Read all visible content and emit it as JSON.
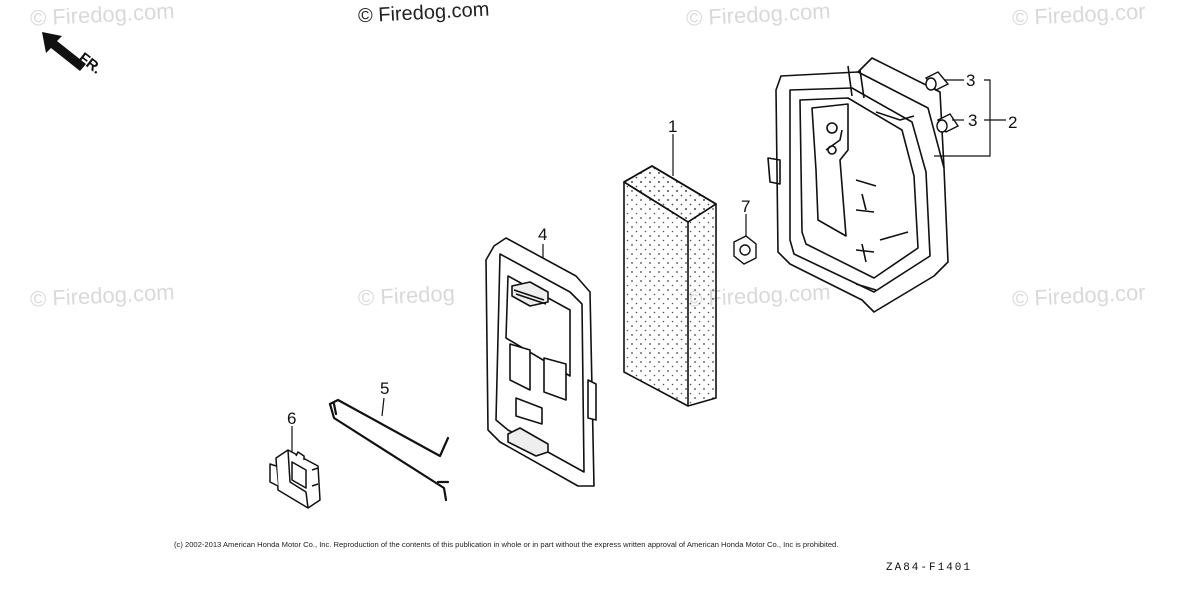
{
  "watermarks": {
    "top_left": "© Firedog.com",
    "top_center": "© Firedog.com",
    "top_right_a": "© Firedog.com",
    "top_right_b": "© Firedog.cor",
    "mid_left": "© Firedog.com",
    "mid_center_a": "© Firedog",
    "mid_center_b": "© Firedog.com",
    "mid_right": "© Firedog.cor"
  },
  "direction_label": "FR.",
  "callouts": {
    "p1": "1",
    "p2": "2",
    "p3a": "3",
    "p3b": "3",
    "p4": "4",
    "p5": "5",
    "p6": "6",
    "p7": "7"
  },
  "footer": {
    "copyright": "(c) 2002-2013 American Honda Motor Co., Inc. Reproduction of the contents of this publication in whole or in part without the express written approval of American Honda Motor Co., Inc is prohibited.",
    "diagram_code": "ZA84-F1401"
  }
}
